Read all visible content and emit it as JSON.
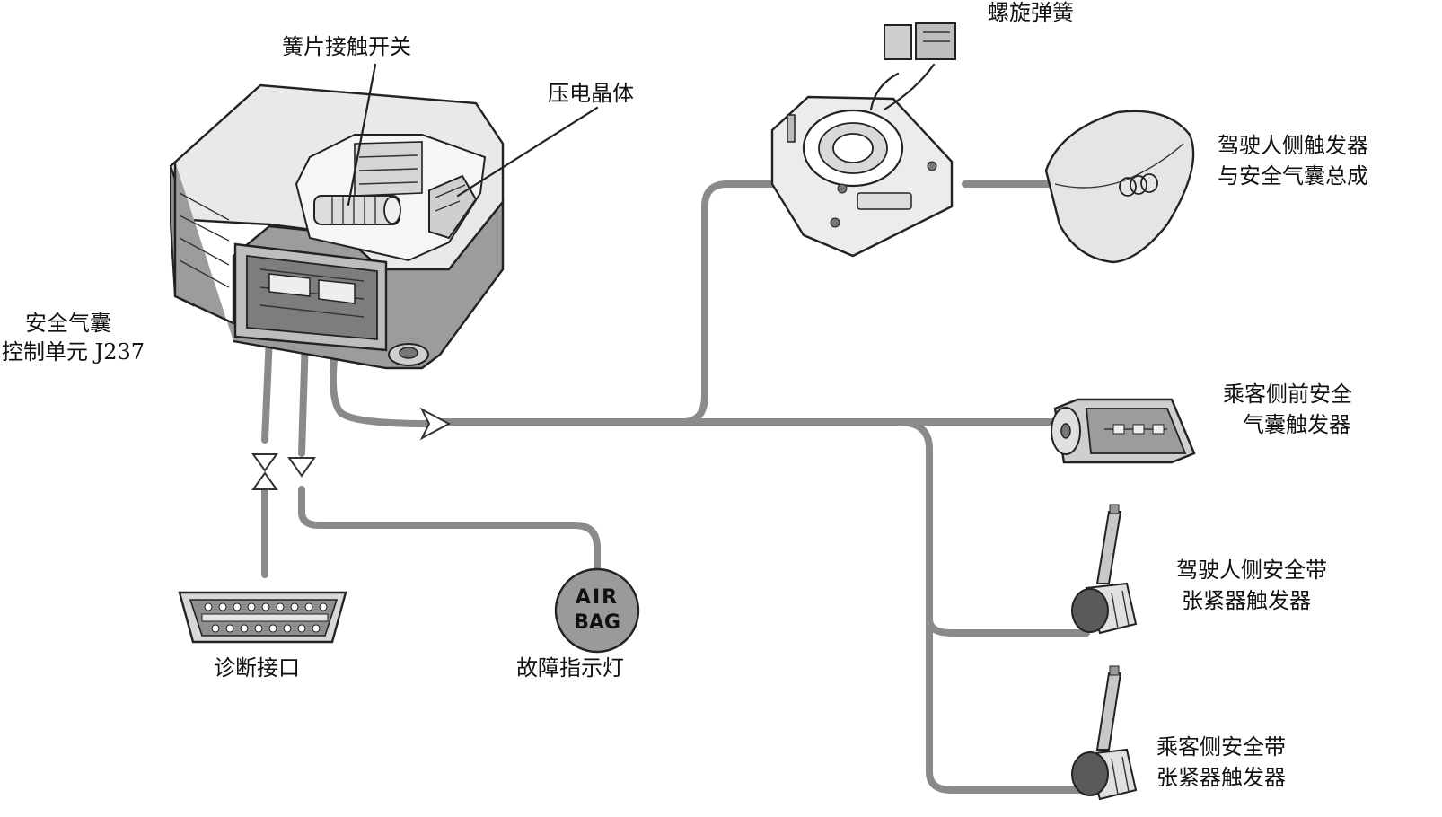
{
  "labels": {
    "reed_switch": "簧片接触开关",
    "piezo_crystal": "压电晶体",
    "control_unit_line1": "安全气囊",
    "control_unit_line2": "控制单元 J237",
    "spiral_spring": "螺旋弹簧",
    "driver_airbag_line1": "驾驶人侧触发器",
    "driver_airbag_line2": "与安全气囊总成",
    "passenger_airbag_line1": "乘客侧前安全",
    "passenger_airbag_line2": "气囊触发器",
    "driver_belt_line1": "驾驶人侧安全带",
    "driver_belt_line2": "张紧器触发器",
    "passenger_belt_line1": "乘客侧安全带",
    "passenger_belt_line2": "张紧器触发器",
    "diag_connector": "诊断接口",
    "fault_lamp": "故障指示灯"
  },
  "lamp_text": {
    "line1": "AIR",
    "line2": "BAG"
  },
  "colors": {
    "wire": "#8a8a8a",
    "ink": "#222222",
    "fill_light": "#e6e6e6",
    "fill_dark": "#9a9a9a"
  }
}
